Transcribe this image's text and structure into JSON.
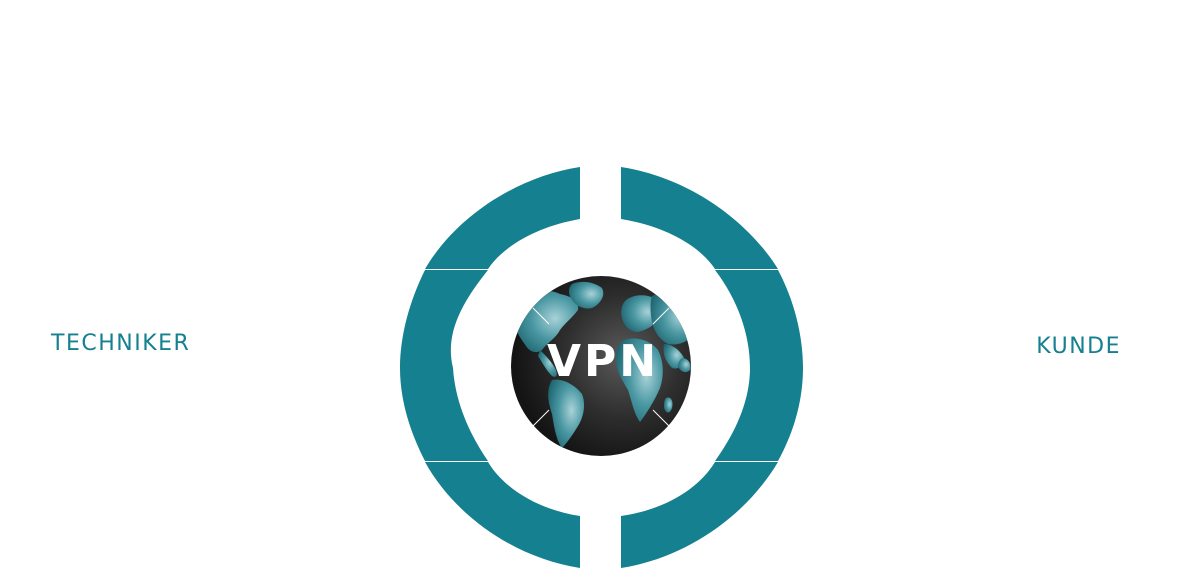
{
  "left_label": "TECHNIKER",
  "right_label": "KUNDE",
  "center_label": "VPN",
  "colors": {
    "ring": "#15808f",
    "label": "#15808f",
    "globe_dark": "#1c1c1c",
    "globe_land": "#3d8f9a",
    "center_text": "#ffffff"
  },
  "icons": {
    "globe": "world-globe-icon"
  }
}
